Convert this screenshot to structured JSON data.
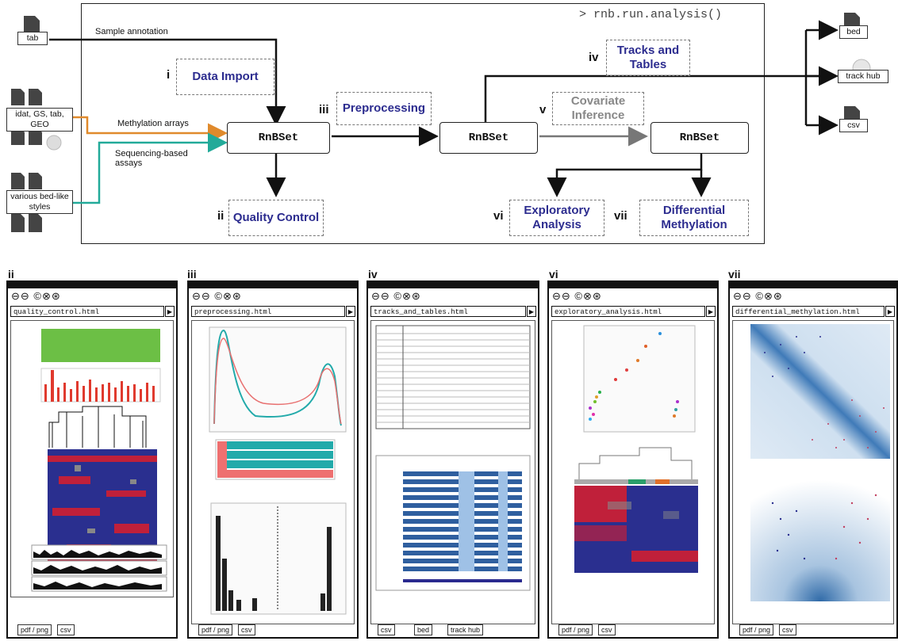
{
  "top": {
    "command": "> rnb.run.analysis()",
    "inputs": {
      "tab": "tab",
      "arrays": "idat, GS, tab, GEO",
      "bed": "various bed-like styles"
    },
    "edge_labels": {
      "sample": "Sample annotation",
      "methylation": "Methylation arrays",
      "sequencing": "Sequencing-based assays"
    },
    "rnbset": "RnBSet",
    "steps": {
      "i": {
        "num": "i",
        "label": "Data Import"
      },
      "ii": {
        "num": "ii",
        "label": "Quality Control"
      },
      "iii": {
        "num": "iii",
        "label": "Preprocessing"
      },
      "iv": {
        "num": "iv",
        "label": "Tracks and Tables"
      },
      "v": {
        "num": "v",
        "label": "Covariate Inference"
      },
      "vi": {
        "num": "vi",
        "label": "Exploratory Analysis"
      },
      "vii": {
        "num": "vii",
        "label": "Differential Methylation"
      }
    },
    "outputs": {
      "bed": "bed",
      "trackhub": "track hub",
      "csv": "csv"
    }
  },
  "windows": [
    {
      "tag": "ii",
      "url": "quality_control.html",
      "files": [
        "pdf / png",
        "csv"
      ]
    },
    {
      "tag": "iii",
      "url": "preprocessing.html",
      "files": [
        "pdf / png",
        "csv"
      ]
    },
    {
      "tag": "iv",
      "url": "tracks_and_tables.html",
      "files": [
        "csv",
        "bed",
        "track hub"
      ]
    },
    {
      "tag": "vi",
      "url": "exploratory_analysis.html",
      "files": [
        "pdf / png",
        "csv"
      ]
    },
    {
      "tag": "vii",
      "url": "differential_methylation.html",
      "files": [
        "pdf / png",
        "csv"
      ]
    }
  ],
  "colors": {
    "accent": "#2c2c8f",
    "orange": "#e08a2c",
    "teal": "#22aa99",
    "heat_red": "#c0203a",
    "heat_blue": "#2a2f8f"
  }
}
